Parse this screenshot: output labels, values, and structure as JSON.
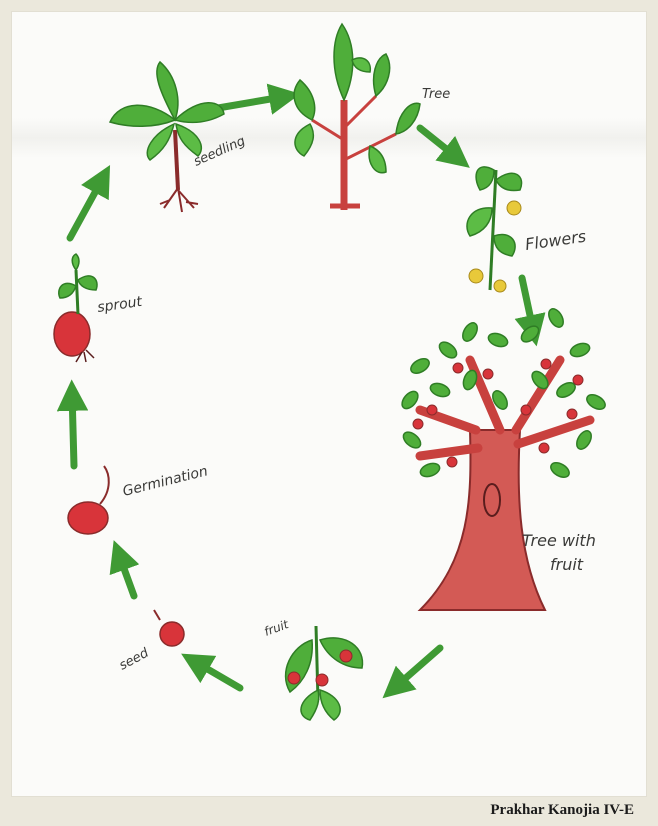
{
  "diagram": {
    "stages": [
      {
        "id": "seed",
        "label": "seed"
      },
      {
        "id": "germination",
        "label": "Germination"
      },
      {
        "id": "sprout",
        "label": "sprout"
      },
      {
        "id": "seedling",
        "label": "seedling"
      },
      {
        "id": "tree",
        "label": "Tree"
      },
      {
        "id": "flowers",
        "label": "Flowers"
      },
      {
        "id": "tree-with-fruit",
        "label_line1": "Tree with",
        "label_line2": "fruit"
      },
      {
        "id": "fruit",
        "label": "fruit"
      }
    ],
    "colors": {
      "leaf": "#4fae3a",
      "leaf_dark": "#2f7d25",
      "trunk": "#c8413e",
      "seed": "#d8343a",
      "arrow": "#3f9a34",
      "flower": "#e8c93a"
    }
  },
  "credit": "Prakhar Kanojia IV-E"
}
